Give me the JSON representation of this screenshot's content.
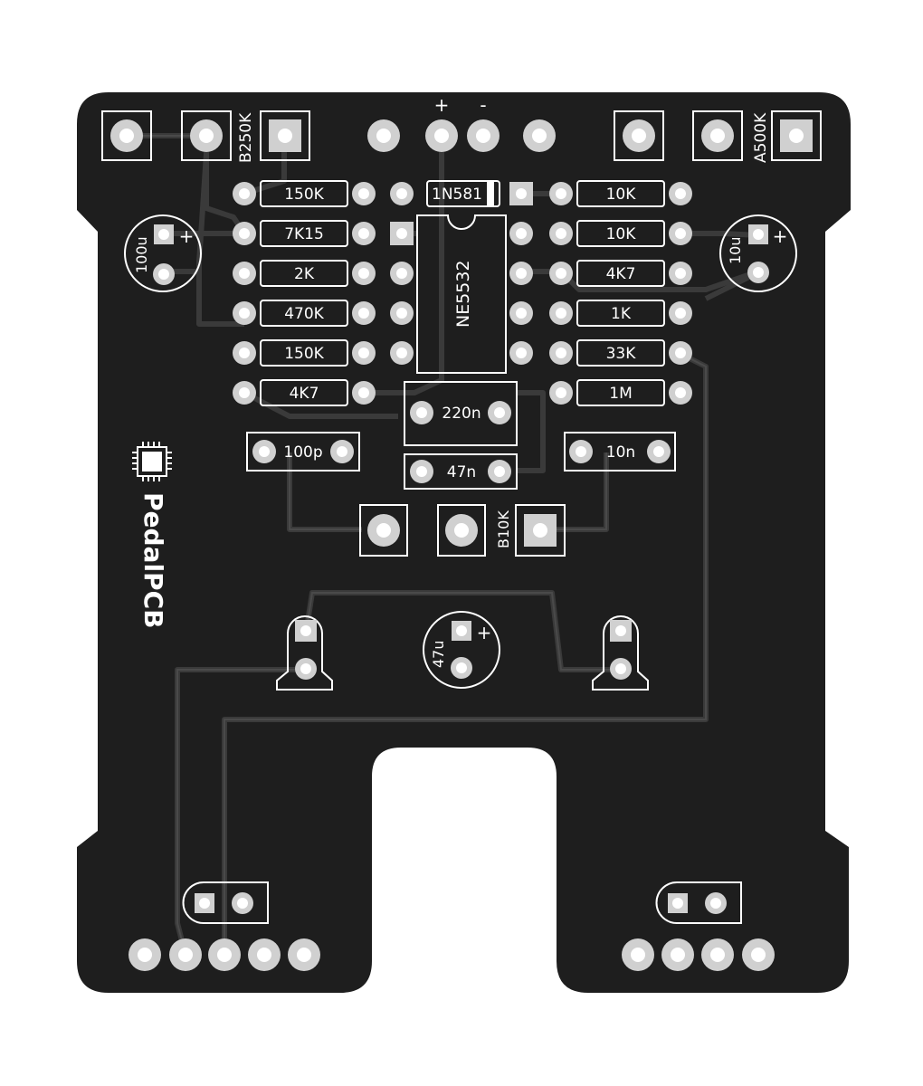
{
  "colors": {
    "board": "#1e1e1e",
    "copper": "#2c2c2c",
    "silk": "#ffffff",
    "pad": "#d4d4d4",
    "hole": "#ffffff",
    "trace": "#3b3b3b"
  },
  "pots": {
    "left": "B250K",
    "right": "A500K",
    "bottom": "B10K"
  },
  "power": {
    "plus": "+",
    "minus": "-"
  },
  "diode": "1N581",
  "ic": "NE5532",
  "resistors_left": [
    "150K",
    "7K15",
    "2K",
    "470K",
    "150K",
    "4K7"
  ],
  "resistors_right": [
    "10K",
    "10K",
    "4K7",
    "1K",
    "33K",
    "1M"
  ],
  "caps": {
    "c220n": "220n",
    "c47n": "47n",
    "c100p": "100p",
    "c10n": "10n",
    "e100u": "100u",
    "e10u": "10u",
    "e47u": "47u",
    "polarity": "+"
  },
  "brand": "PedalPCB",
  "icons": {
    "brand_logo": "chip-icon"
  }
}
